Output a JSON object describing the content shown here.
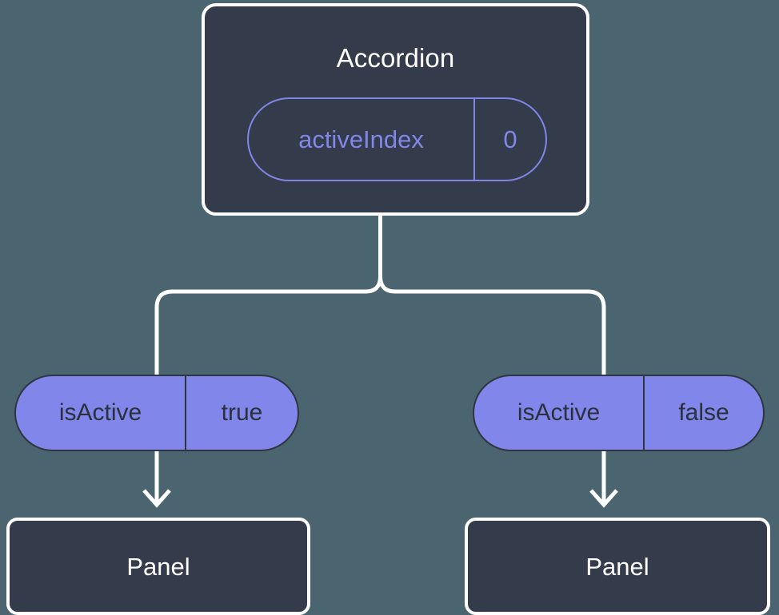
{
  "diagram": {
    "type": "component-state-tree",
    "background_color": "#4a656f",
    "node_fill": "#343b4a",
    "node_border": "#ffffff",
    "accent_color": "#8187ea",
    "root": {
      "title": "Accordion",
      "state": {
        "key": "activeIndex",
        "value": "0"
      }
    },
    "branches": [
      {
        "prop": {
          "key": "isActive",
          "value": "true"
        },
        "child": {
          "title": "Panel"
        }
      },
      {
        "prop": {
          "key": "isActive",
          "value": "false"
        },
        "child": {
          "title": "Panel"
        }
      }
    ]
  }
}
